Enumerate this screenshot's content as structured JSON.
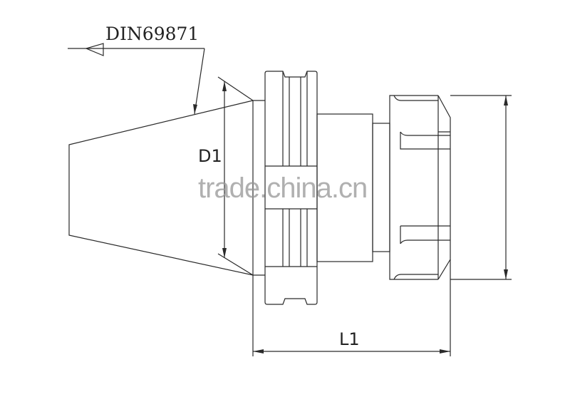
{
  "labels": {
    "standard": "DIN69871",
    "diameter": "D1",
    "length": "L1"
  },
  "watermark": "trade.china.cn",
  "colors": {
    "line": "#2a2a2a",
    "watermark": "#969696"
  }
}
